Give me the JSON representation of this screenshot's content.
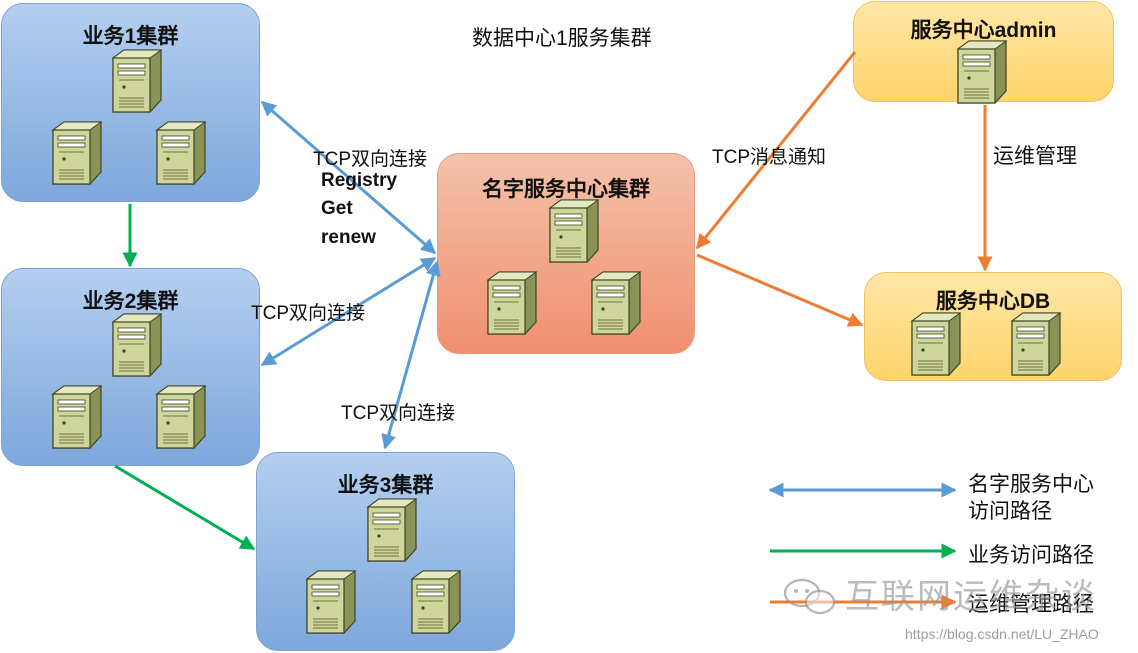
{
  "diagram": {
    "title": "数据中心1服务集群",
    "clusters": {
      "biz1": "业务1集群",
      "biz2": "业务2集群",
      "biz3": "业务3集群",
      "name_service": "名字服务中心集群",
      "admin": "服务中心admin",
      "db": "服务中心DB"
    },
    "edge_labels": {
      "tcp_biz1": "TCP双向连接",
      "registry": "Registry",
      "get": "Get",
      "renew": "renew",
      "tcp_biz2": "TCP双向连接",
      "tcp_biz3": "TCP双向连接",
      "notify": "TCP消息通知",
      "ops": "运维管理"
    },
    "colors": {
      "name_service_path": "#5b9bd5",
      "business_path": "#00b050",
      "ops_path": "#ed7d31"
    }
  },
  "legend": {
    "name_service_line1": "名字服务中心",
    "name_service_line2": "访问路径",
    "business": "业务访问路径",
    "ops": "运维管理路径"
  },
  "watermark": {
    "brand": "互联网运维杂谈",
    "url": "https://blog.csdn.net/LU_ZHAO"
  }
}
